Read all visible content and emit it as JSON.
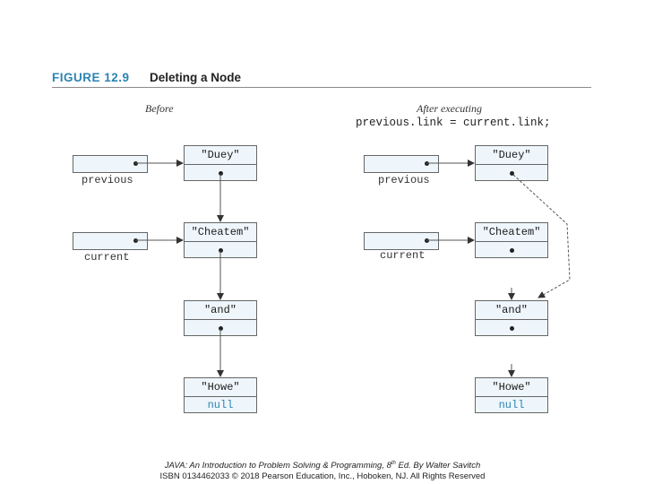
{
  "figure": {
    "label": "FIGURE 12.9",
    "title": "Deleting a Node"
  },
  "before": {
    "header": "Before",
    "vars": {
      "previous": "previous",
      "current": "current"
    },
    "nodes": [
      "\"Duey\"",
      "\"Cheatem\"",
      "\"and\"",
      "\"Howe\""
    ],
    "null_text": "null"
  },
  "after": {
    "header": "After executing",
    "code": "previous.link = current.link;",
    "vars": {
      "previous": "previous",
      "current": "current"
    },
    "nodes": [
      "\"Duey\"",
      "\"Cheatem\"",
      "\"and\"",
      "\"Howe\""
    ],
    "null_text": "null"
  },
  "footer": {
    "line1_pre": "JAVA: An Introduction to Problem Solving & Programming, 8",
    "line1_sup": "th",
    "line1_post": " Ed. By Walter Savitch",
    "line2": "ISBN 0134462033 © 2018 Pearson Education, Inc., Hoboken, NJ. All Rights Reserved"
  }
}
